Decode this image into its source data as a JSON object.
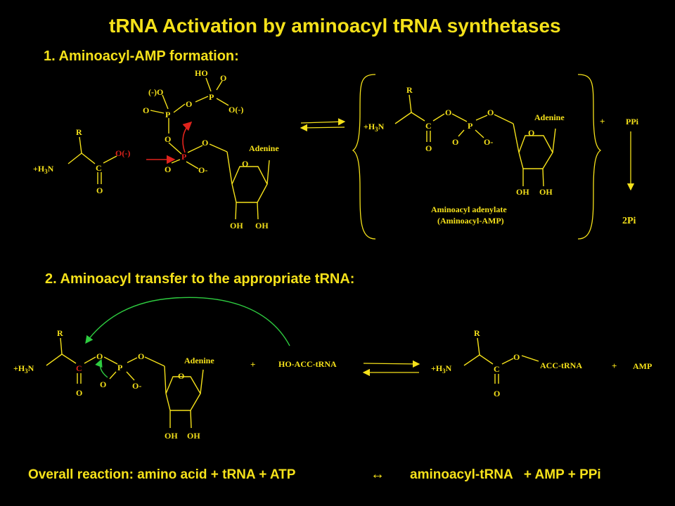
{
  "title": "tRNA Activation by aminoacyl tRNA synthetases",
  "colors": {
    "background": "#000000",
    "title": "#f5e11a",
    "text": "#f5e11a",
    "red": "#e0231c",
    "green": "#2ecc40"
  },
  "step1": {
    "heading": "1. Aminoacyl-AMP formation:",
    "amino_acid": {
      "R": "R",
      "N": "+H",
      "N_sub": "3",
      "N_end": "N",
      "C": "C",
      "O_double": "O",
      "O_minus": "O(-)"
    },
    "atp": {
      "Pa": "P",
      "Pb": "P",
      "Pg": "P",
      "O1": "O",
      "O2": "O",
      "O3": "O",
      "O4": "O",
      "O5": "O",
      "O6": "O",
      "O_minus1": "(-)O",
      "O_minus2": "O(-)",
      "O_minus3": "O-",
      "HO": "HO",
      "adenine": "Adenine",
      "ring_O": "O",
      "OH1": "OH",
      "OH2": "OH"
    },
    "product": {
      "R": "R",
      "N": "+H",
      "N_sub": "3",
      "N_end": "N",
      "C": "C",
      "O_c": "O",
      "O_link": "O",
      "P": "P",
      "O_top": "O",
      "O_low": "O",
      "O_minus": "O-",
      "adenine": "Adenine",
      "ring_O": "O",
      "OH1": "OH",
      "OH2": "OH",
      "label1": "Aminoacyl adenylate",
      "label2": "(Aminoacyl-AMP)"
    },
    "plus": "+",
    "ppi": "PPi",
    "pi": "2Pi"
  },
  "step2": {
    "heading": "2. Aminoacyl transfer to the appropriate tRNA:",
    "left": {
      "R": "R",
      "N": "+H",
      "N_sub": "3",
      "N_end": "N",
      "C": "C",
      "O_c": "O",
      "O_link": "O",
      "P": "P",
      "O_top": "O",
      "O_low": "O",
      "O_minus": "O-",
      "adenine": "Adenine",
      "ring_O": "O",
      "OH1": "OH",
      "OH2": "OH"
    },
    "plus1": "+",
    "trna": "HO-ACC-tRNA",
    "right": {
      "R": "R",
      "N": "+H",
      "N_sub": "3",
      "N_end": "N",
      "C": "C",
      "O_c": "O",
      "O_link": "O",
      "acc": "ACC-tRNA"
    },
    "plus2": "+",
    "amp": "AMP"
  },
  "overall": {
    "left": "Overall reaction: amino acid + tRNA + ATP",
    "arrow": "↔",
    "right": "aminoacyl-tRNA   + AMP + PPi"
  }
}
